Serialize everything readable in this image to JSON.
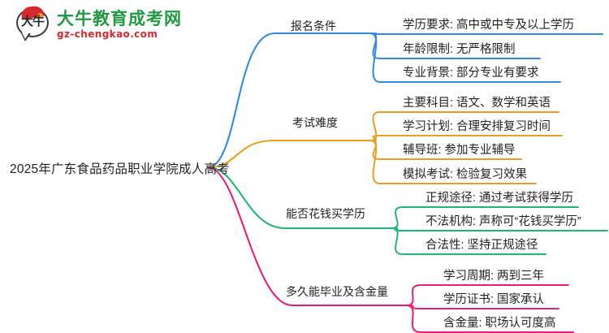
{
  "logo": {
    "mark_text": "大牛",
    "brand_cn": "大牛教育成考网",
    "brand_en": "gz-chengkao.com",
    "brand_color": "#1f9a43",
    "url_color": "#d7282f",
    "cap_color": "#d7282f"
  },
  "mindmap": {
    "root": "2025年广东食品药品职业学院成人高考",
    "branches": [
      {
        "label": "报名条件",
        "color": "#2f8ae0",
        "children": [
          "学历要求: 高中或中专及以上学历",
          "年龄限制: 无严格限制",
          "专业背景: 部分专业有要求"
        ]
      },
      {
        "label": "考试难度",
        "color": "#e8a020",
        "children": [
          "主要科目: 语文、数学和英语",
          "学习计划: 合理安排复习时间",
          "辅导班: 参加专业辅导",
          "模拟考试: 检验复习效果"
        ]
      },
      {
        "label": "能否花钱买学历",
        "color": "#22b573",
        "children": [
          "正规途径: 通过考试获得学历",
          "不法机构: 声称可“花钱买学历”",
          "合法性: 坚持正规途径"
        ]
      },
      {
        "label": "多久能毕业及含金量",
        "color": "#ec1c7d",
        "children": [
          "学习周期: 两到三年",
          "学历证书: 国家承认",
          "含金量: 职场认可度高"
        ]
      }
    ]
  }
}
